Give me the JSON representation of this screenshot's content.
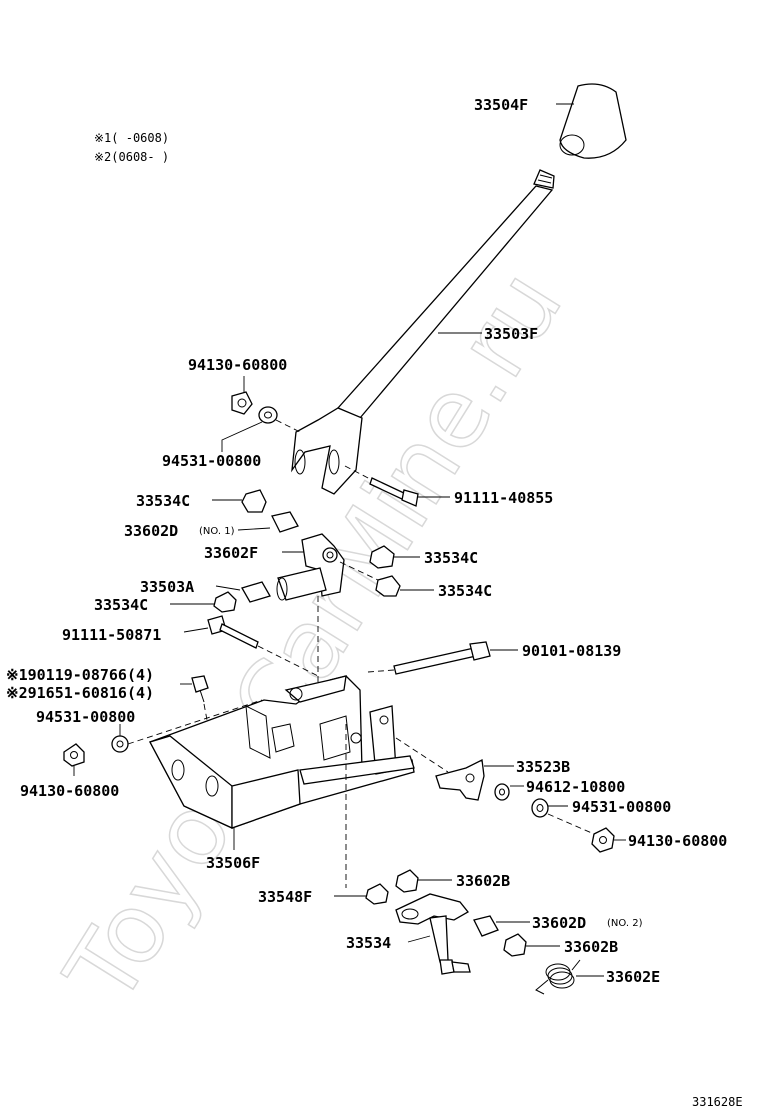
{
  "legend": {
    "note1": "※1(    -0608)",
    "note2": "※2(0608-    )"
  },
  "watermark": "ToyotaCarMine.ru",
  "parts": {
    "p33504F": "33504F",
    "p33503F": "33503F",
    "p94130_60800_top": "94130-60800",
    "p94531_00800_top": "94531-00800",
    "p91111_40855": "91111-40855",
    "p33534C_1": "33534C",
    "p33602D_1": "33602D",
    "p33602D_1_note": "(NO. 1)",
    "p33602F": "33602F",
    "p33534C_2": "33534C",
    "p33503A": "33503A",
    "p33534C_3": "33534C",
    "p33534C_4": "33534C",
    "p91111_50871": "91111-50871",
    "p90101_08139": "90101-08139",
    "p90119_08766": "※190119-08766(4)",
    "p91651_60816": "※291651-60816(4)",
    "p94531_00800_mid": "94531-00800",
    "p94130_60800_left": "94130-60800",
    "p33523B": "33523B",
    "p94612_10800": "94612-10800",
    "p94531_00800_right": "94531-00800",
    "p94130_60800_right": "94130-60800",
    "p33506F": "33506F",
    "p33548F": "33548F",
    "p33602B_1": "33602B",
    "p33534": "33534",
    "p33602D_2": "33602D",
    "p33602D_2_note": "(NO. 2)",
    "p33602B_2": "33602B",
    "p33602E": "33602E"
  },
  "figure_id": "331628E"
}
